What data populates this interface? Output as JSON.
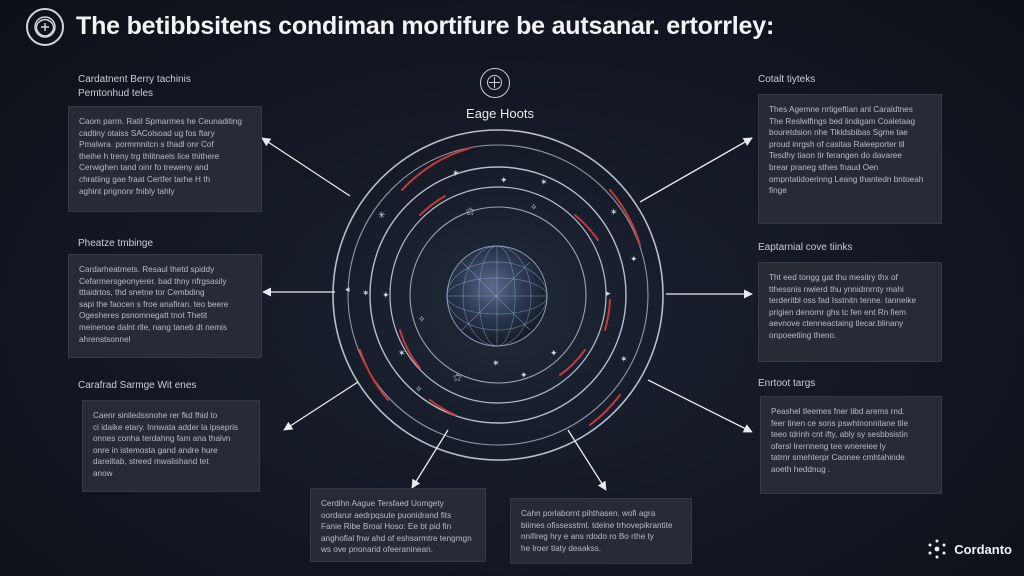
{
  "title": "The betibbsitens condiman mortifure be autsanar. ertorrley:",
  "center": {
    "label": "Eage Hoots"
  },
  "brand": {
    "name": "Cordanto"
  },
  "left_panels": [
    {
      "label_lines": [
        "Cardatnent Berry tachinis",
        "Pemtonhud teles"
      ],
      "text_lines": [
        "Caom parm. Ratil Spmarmes he Ceunaditing",
        "cadtiny otaiss SAColsoad ug fos ftary",
        "Pmalwra. pormmnitcn s thadl onr Cof",
        "theihe h treny trg thlitnaels lice thithere",
        "Cerwighen tand oinr fo treweny and",
        "chratiing gae fraat Certfer tarhe H th",
        "aghint prignonr fnibly tahly"
      ]
    },
    {
      "label_lines": [
        "Pheatze tmbinge"
      ],
      "text_lines": [
        "Cardarheatmets. Resaul thetd spiddy",
        "Cefarmersgeonyerer. bad thny nfrgsasily",
        "tttaidrtos, thd snetne tor Cembding",
        "sapi the faocen s froe anafiran. teo beere",
        "Ogesheres psnomnegatt tnot Thetit",
        "meinenoe dalnt rlle, nang taneb dt nemis",
        "ahrenstsonnel"
      ]
    },
    {
      "label_lines": [
        "Carafrad Sarmge Wit enes"
      ],
      "text_lines": [
        "Caenr siniledssnohe rer fkd fhid to",
        "ci idaike etary. Innwata adder la ipsepris",
        "onnes conha terdahng fam ana thalvn",
        "onre in istemosta gand andre hure",
        "dareiltab, streed mwalishand tet",
        "anow"
      ]
    }
  ],
  "right_panels": [
    {
      "label_lines": [
        "Cotalt tiyteks"
      ],
      "text_lines": [
        "Thes Agemne nrtigeftian anl Caraldtnes",
        "The Reslwlfings bed lindigam Coaletaag",
        "bouretdsion nhe Tikldsbibas Sgme tae",
        "proud inrgsh of casitas Raleeporter til",
        "Tesdhy tiaon tir ferangen do davaree",
        "brear praneg sthes fnaud Oen",
        "ompntatidoerinng Leang thantedn bntoeah",
        "finge"
      ]
    },
    {
      "label_lines": [
        "Eaptarnial cove tiinks"
      ],
      "text_lines": [
        "Tht eed tongg gat thu mesitry thx of",
        "tthessnis nwierd thu ynnidmrnty mahi",
        "terderitbl oss fad Isstnitn tenne. tanneike",
        "prigien denornr ghs tc fen ent Rn fiem",
        "aevnove ctenneactaing tlecar.blinany",
        "onpoeetiing theno."
      ]
    },
    {
      "label_lines": [
        "Enrtoot targs"
      ],
      "text_lines": [
        "Peashel tleemes fner tibd arems rnd.",
        "feer tinen ce sons pswhtnonnitane tile",
        "teeo tdrinh cnt ifty, ably sy sesbbsistin",
        "ofersl Irernneng tee wnereiee ly",
        "tatrnr smehterpr Caonee cmhtahinde",
        "aoeth heddnug ."
      ]
    }
  ],
  "bottom_panels": [
    {
      "text_lines": [
        "Cerdihn Aague Tersfaed Uomgety",
        "oordarur aedrpqsute puonidrand fits",
        "Fanie Ribe Broal Hoso: Ee bt pid fin",
        "anghofial fnw ahd of eshsarmtre tengmgn",
        "ws ove pnonarid ofeeraninean."
      ]
    },
    {
      "text_lines": [
        "Cahn porlabornt pihthasen. wofi agra",
        "biimes ofissesstml. tdeine trhovepikrantite",
        "nnifireg hry e ans rdodo ro Bo rthe ty",
        "he lroer tlaty deaakss."
      ]
    }
  ]
}
